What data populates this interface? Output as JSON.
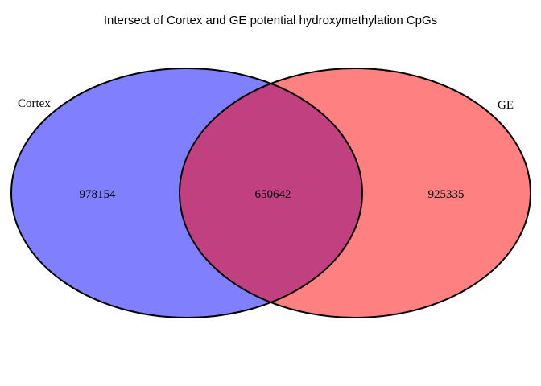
{
  "title": "Intersect of Cortex and GE potential hydroxymethylation CpGs",
  "sets": [
    {
      "name": "Cortex",
      "color": "#8080ff"
    },
    {
      "name": "GE",
      "color": "#ff8080"
    }
  ],
  "regions": {
    "cortex_only": "978154",
    "intersection": "650642",
    "ge_only": "925335"
  },
  "intersection_color": "#c04080"
}
